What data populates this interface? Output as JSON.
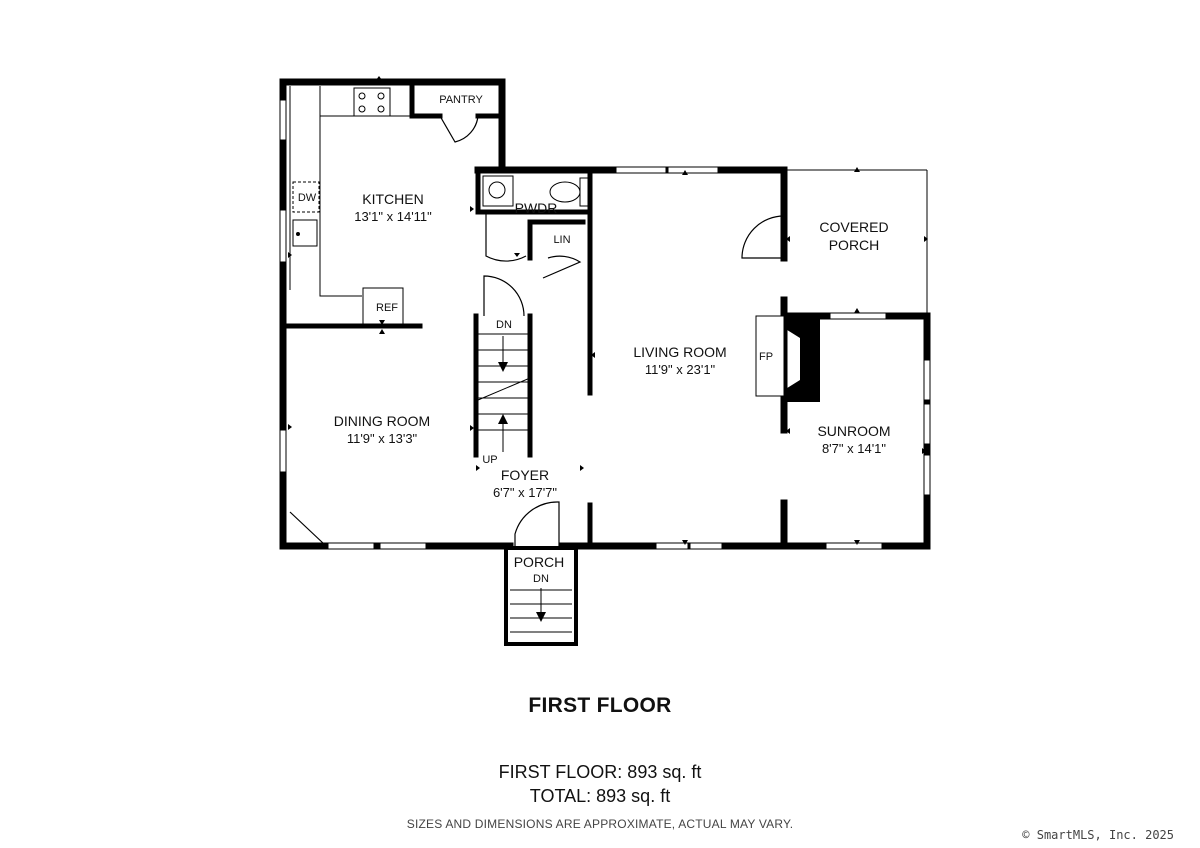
{
  "rooms": {
    "kitchen": {
      "name": "KITCHEN",
      "dims": "13'1\" x 14'11\""
    },
    "pantry": {
      "name": "PANTRY"
    },
    "powder": {
      "name": "PWDR"
    },
    "linen": {
      "name": "LIN"
    },
    "covered_porch": {
      "line1": "COVERED",
      "line2": "PORCH"
    },
    "living_room": {
      "name": "LIVING ROOM",
      "dims": "11'9\" x 23'1\""
    },
    "dining_room": {
      "name": "DINING ROOM",
      "dims": "11'9\" x 13'3\""
    },
    "sunroom": {
      "name": "SUNROOM",
      "dims": "8'7\" x 14'1\""
    },
    "foyer": {
      "name": "FOYER",
      "dims": "6'7\" x 17'7\""
    },
    "porch": {
      "name": "PORCH"
    }
  },
  "fixtures": {
    "dishwasher": "DW",
    "refrigerator": "REF",
    "fireplace": "FP",
    "stairs_down": "DN",
    "stairs_up": "UP",
    "porch_stairs_down": "DN"
  },
  "footer": {
    "floor_title": "FIRST FLOOR",
    "floor_area": "FIRST FLOOR: 893 sq. ft",
    "total_area": "TOTAL: 893 sq. ft",
    "disclaimer": "SIZES AND DIMENSIONS ARE APPROXIMATE, ACTUAL MAY VARY.",
    "copyright": "© SmartMLS, Inc. 2025"
  }
}
